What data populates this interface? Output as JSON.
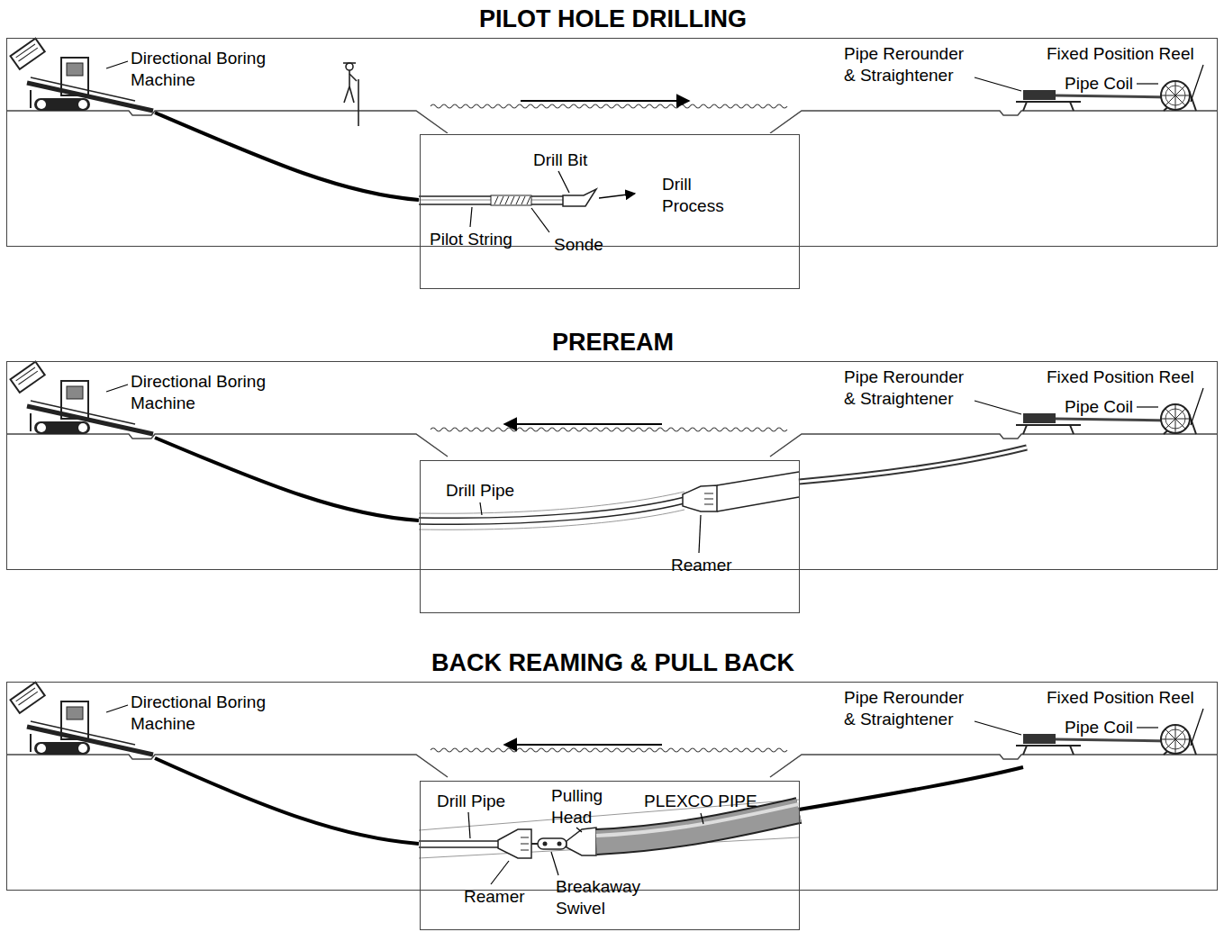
{
  "diagram": {
    "nodes": [
      {
        "text": [
          "PILOT HOLE DRILLING"
        ]
      },
      {
        "text": [
          "Drill Bit",
          "Drill Process",
          "Pilot String",
          "Sonde"
        ],
        "in": 0
      },
      {
        "text": [
          "PREREAM"
        ]
      },
      {
        "text": [
          "Drill Pipe",
          "Reamer"
        ],
        "in": 2
      },
      {
        "text": [
          "BACK REAMING & PULL BACK"
        ]
      },
      {
        "text": [
          "Drill Pipe",
          "Pulling Head",
          "PLEXCO PIPE",
          "Reamer",
          "Breakaway Swivel"
        ],
        "in": 4
      }
    ],
    "labels": [
      "Directional Boring Machine",
      "Pipe Rerounder & Straightener",
      "Fixed Position Reel",
      "Pipe Coil",
      "Directional Boring Machine",
      "Pipe Rerounder & Straightener",
      "Fixed Position Reel",
      "Pipe Coil",
      "Directional Boring Machine",
      "Pipe Rerounder & Straightener",
      "Fixed Position Reel",
      "Pipe Coil"
    ]
  }
}
